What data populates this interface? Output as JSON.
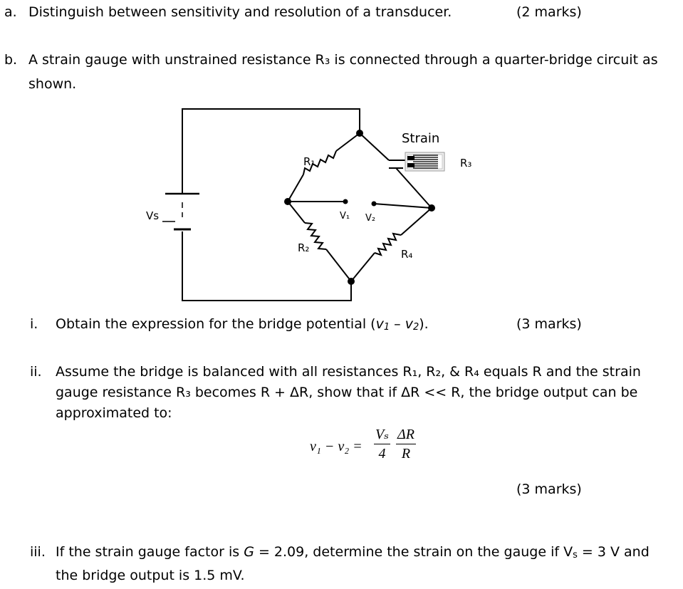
{
  "question_a": {
    "label": "a.",
    "text": "Distinguish between sensitivity and resolution of a transducer.",
    "marks": "(2 marks)"
  },
  "question_b": {
    "label": "b.",
    "text_line1": "A strain gauge with unstrained resistance R₃ is connected through a quarter-bridge circuit as",
    "text_line2": "shown."
  },
  "circuit": {
    "strain_label": "Strain",
    "r1_label": "R₁",
    "r2_label": "R₂",
    "r3_label": "R₃",
    "r4_label": "R₄",
    "vs_label": "Vs",
    "v1_label": "V₁",
    "v2_label": "V₂"
  },
  "part_i": {
    "label": "i.",
    "text_before": "Obtain the expression for the bridge potential (",
    "v1": "v",
    "v1_sub": "1",
    "minus": " – ",
    "v2": "v",
    "v2_sub": "2",
    "text_after": ").",
    "marks": "(3 marks)"
  },
  "part_ii": {
    "label": "ii.",
    "line1": "Assume the bridge is balanced with all resistances R₁, R₂, & R₄ equals R and the strain",
    "line2": "gauge resistance R₃ becomes R + ΔR, show that if ΔR << R, the bridge output can be",
    "line3": "approximated to:",
    "formula": {
      "lhs": "v₁ − v₂ =",
      "frac1_num": "Vₛ",
      "frac1_den": "4",
      "frac2_num": "ΔR",
      "frac2_den": "R"
    },
    "marks": "(3 marks)"
  },
  "part_iii": {
    "label": "iii.",
    "line1_a": "If the strain gauge factor is ",
    "g_symbol": "G",
    "line1_b": " = 2.09, determine the strain on the gauge if V",
    "vs_sub": "s",
    "line1_c": " = 3 V and",
    "line2": "the bridge output is 1.5 mV."
  }
}
